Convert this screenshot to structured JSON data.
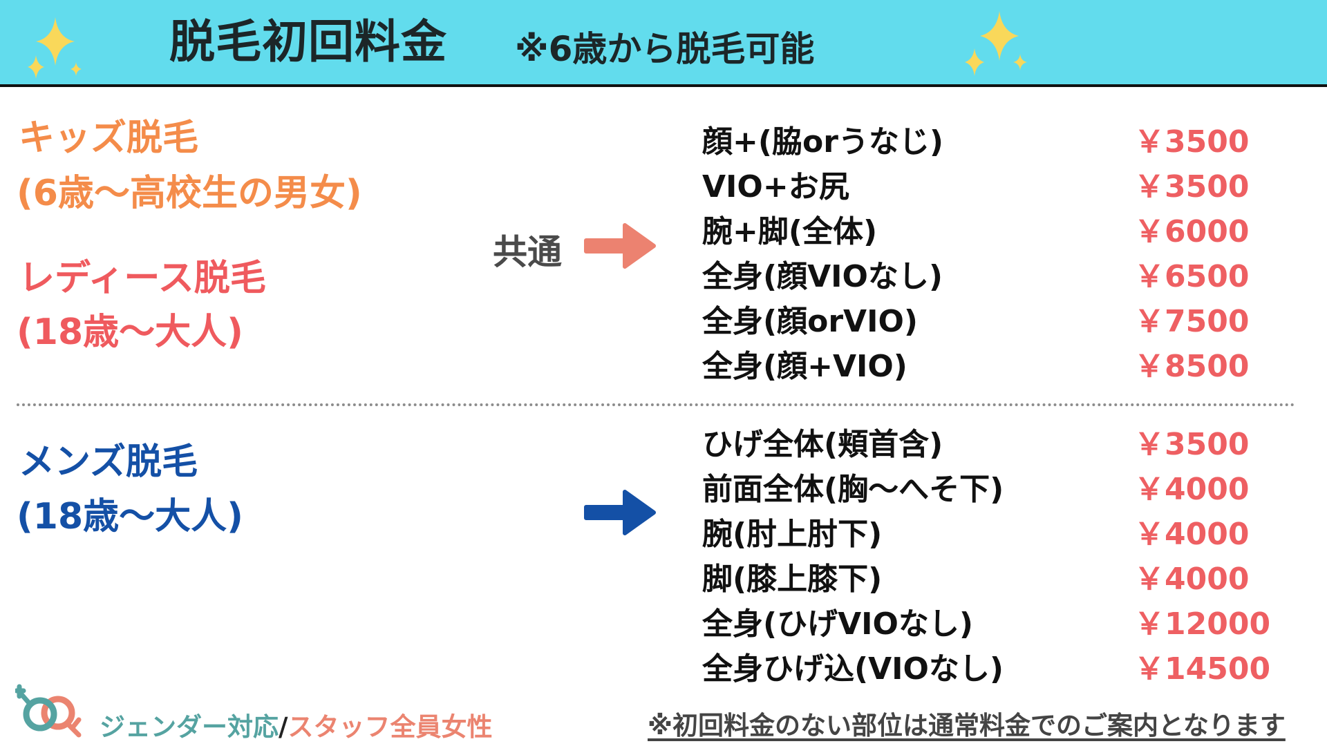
{
  "header": {
    "title": "脱毛初回料金",
    "subtitle": "※6歳から脱毛可能"
  },
  "categories": {
    "kids_title": "キッズ脱毛",
    "kids_age": "(6歳〜高校生の男女)",
    "ladies_title": "レディース脱毛",
    "ladies_age": "(18歳〜大人)",
    "common_label": "共通",
    "mens_title": "メンズ脱毛",
    "mens_age": "(18歳〜大人)"
  },
  "common_prices": [
    {
      "label": "顔+(脇orうなじ)",
      "price": "￥3500"
    },
    {
      "label": "VIO+お尻",
      "price": "￥3500"
    },
    {
      "label": "腕+脚(全体)",
      "price": "￥6000"
    },
    {
      "label": "全身(顔VIOなし)",
      "price": "￥6500"
    },
    {
      "label": "全身(顔orVIO)",
      "price": "￥7500"
    },
    {
      "label": "全身(顔+VIO)",
      "price": "￥8500"
    }
  ],
  "mens_prices": [
    {
      "label": "ひげ全体(頬首含)",
      "price": "￥3500"
    },
    {
      "label": "前面全体(胸〜へそ下)",
      "price": "￥4000"
    },
    {
      "label": "腕(肘上肘下)",
      "price": "￥4000"
    },
    {
      "label": "脚(膝上膝下)",
      "price": "￥4000"
    },
    {
      "label": "全身(ひげVIOなし)",
      "price": "￥12000"
    },
    {
      "label": "全身ひげ込(VIOなし)",
      "price": "￥14500"
    }
  ],
  "footer": {
    "gender": "ジェンダー対応",
    "slash": "/",
    "staff": "スタッフ全員女性",
    "note": "※初回料金のない部位は通常料金でのご案内となります"
  },
  "colors": {
    "header_bg": "#62dced",
    "kids": "#f48c4a",
    "ladies": "#ef5a5e",
    "mens": "#1450a6",
    "price": "#ee5f62",
    "common_arrow": "#ec8270",
    "mens_arrow": "#1450a6"
  }
}
